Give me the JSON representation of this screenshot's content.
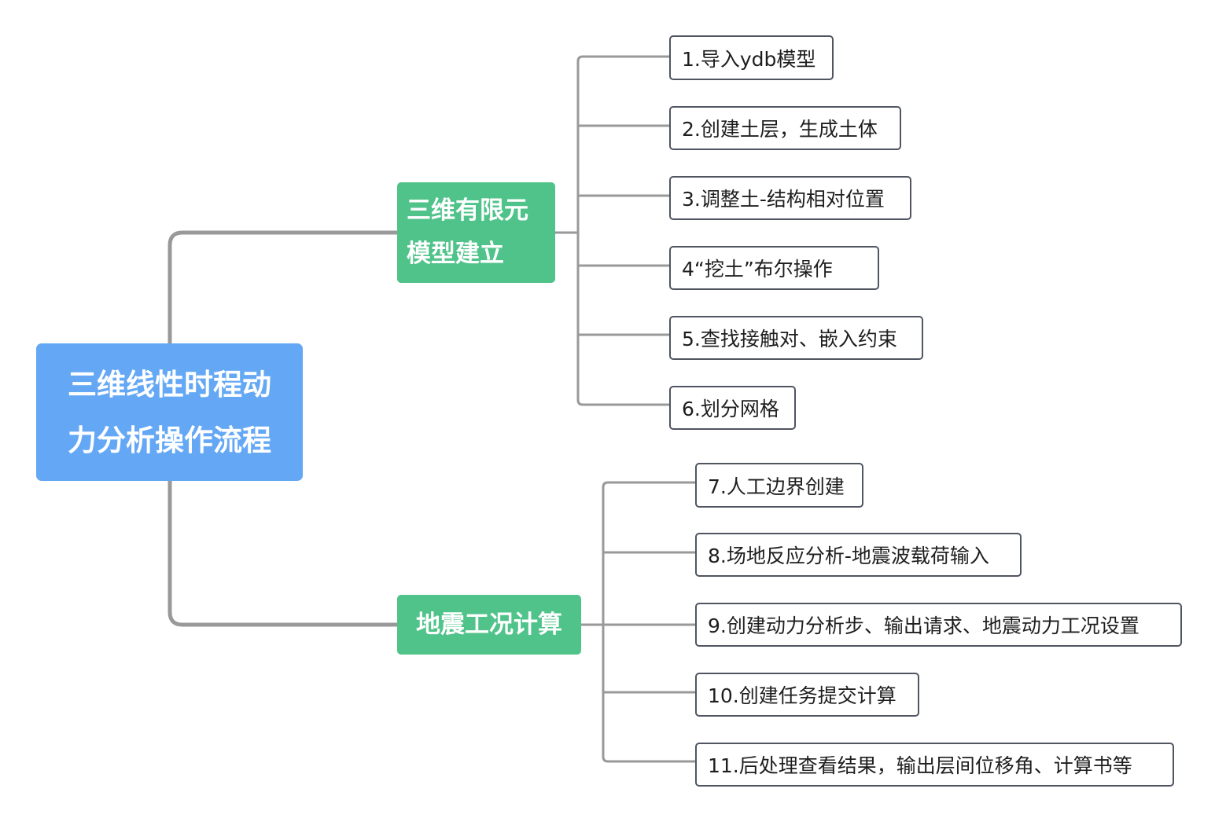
{
  "colors": {
    "root_fill": "#64a8f5",
    "branch_fill": "#4fc38a",
    "leaf_border": "#4f5561",
    "connector": "#999999"
  },
  "root": {
    "label": "三维线性时程动力分析操作流程"
  },
  "branches": [
    {
      "label": "三维有限元模型建立",
      "steps": [
        "1.导入ydb模型",
        "2.创建土层，生成土体",
        "3.调整土-结构相对位置",
        "4“挖土”布尔操作",
        "5.查找接触对、嵌入约束",
        "6.划分网格"
      ]
    },
    {
      "label": "地震工况计算",
      "steps": [
        "7.人工边界创建",
        "8.场地反应分析-地震波载荷输入",
        "9.创建动力分析步、输出请求、地震动力工况设置",
        "10.创建任务提交计算",
        "11.后处理查看结果，输出层间位移角、计算书等"
      ]
    }
  ]
}
